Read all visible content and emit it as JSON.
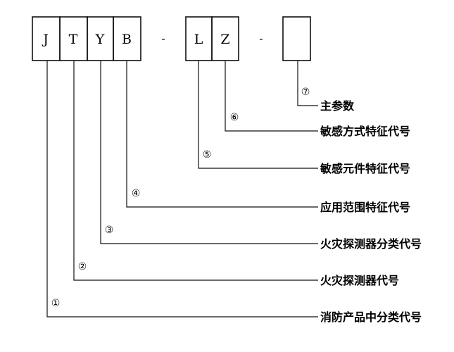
{
  "codes": {
    "c1": "J",
    "c2": "T",
    "c3": "Y",
    "c4": "B",
    "c5": "L",
    "c6": "Z"
  },
  "separators": {
    "s1": "-",
    "s2": "-"
  },
  "markers": {
    "m1": "①",
    "m2": "②",
    "m3": "③",
    "m4": "④",
    "m5": "⑤",
    "m6": "⑥",
    "m7": "⑦"
  },
  "labels": {
    "l7": "主参数",
    "l6": "敏感方式特征代号",
    "l5": "敏感元件特征代号",
    "l4": "应用范围特征代号",
    "l3": "火灾探测器分类代号",
    "l2": "火灾探测器代号",
    "l1": "消防产品中分类代号"
  },
  "colors": {
    "ink": "#111111",
    "background": "#ffffff"
  }
}
